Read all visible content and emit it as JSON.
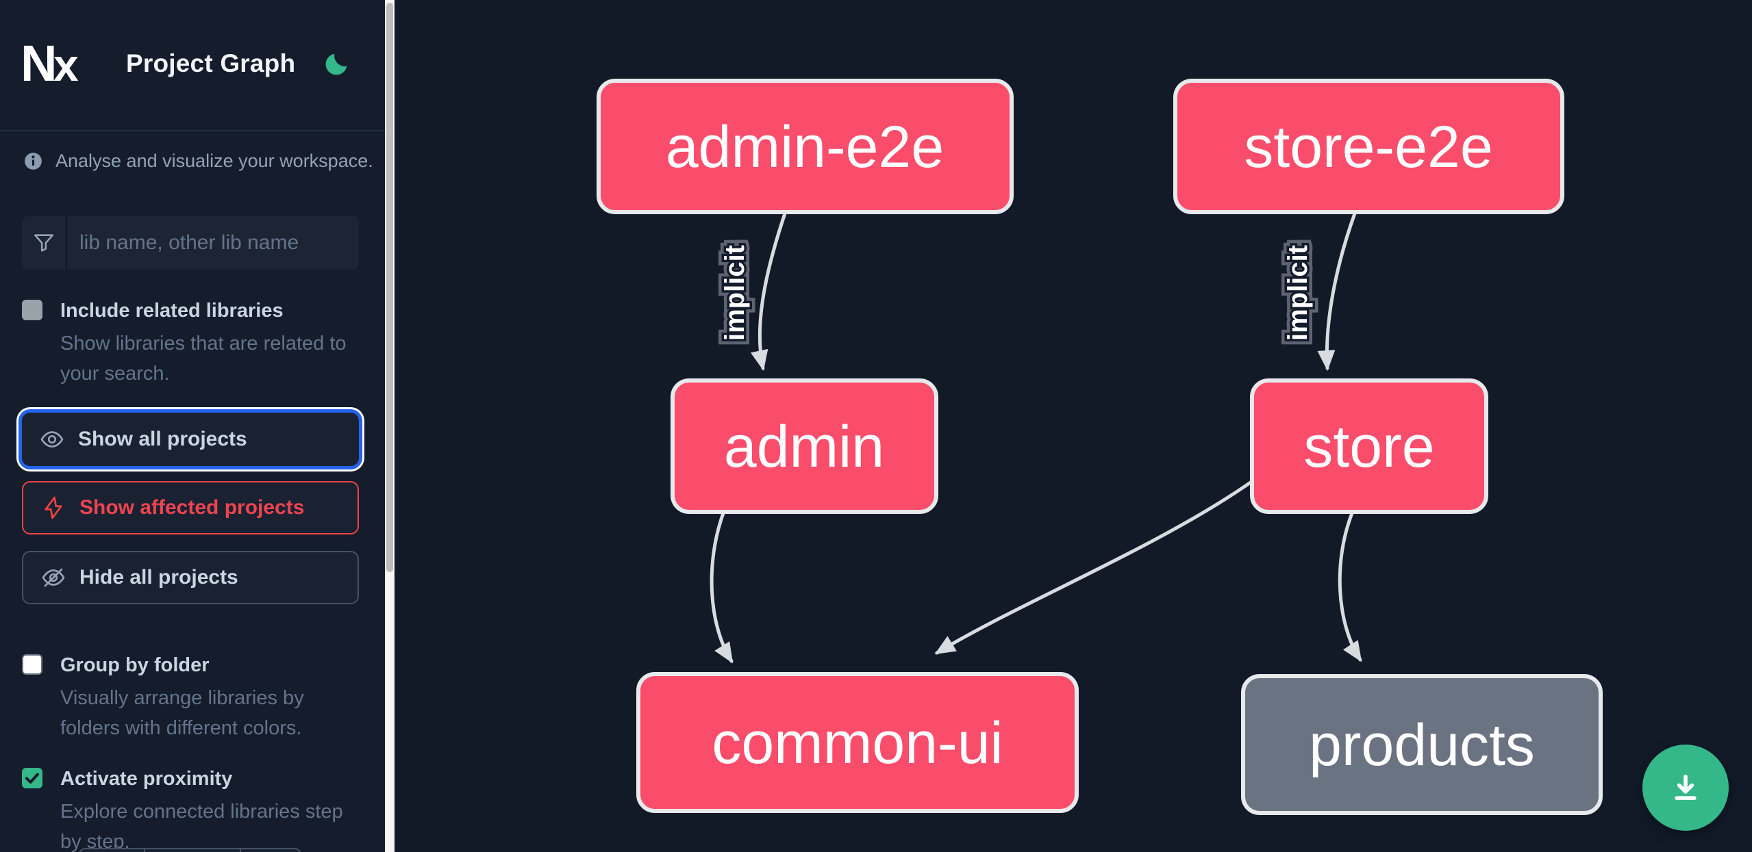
{
  "app": {
    "logo_text": "Nx",
    "title": "Project Graph"
  },
  "sidebar": {
    "tagline": "Analyse and visualize your workspace.",
    "search": {
      "placeholder": "lib name, other lib name",
      "value": ""
    },
    "include_related": {
      "label": "Include related libraries",
      "description": "Show libraries that are related to your search.",
      "checked": false
    },
    "actions": [
      {
        "label": "Show all projects",
        "icon": "eye-icon",
        "state": "focused"
      },
      {
        "label": "Show affected projects",
        "icon": "bolt-icon",
        "state": "danger"
      },
      {
        "label": "Hide all projects",
        "icon": "eye-slash-icon",
        "state": "default"
      }
    ],
    "options": [
      {
        "label": "Group by folder",
        "description": "Visually arrange libraries by folders with different colors.",
        "checked": false
      },
      {
        "label": "Activate proximity",
        "description": "Explore connected libraries step by step.",
        "checked": true
      }
    ]
  },
  "graph": {
    "nodes": [
      {
        "id": "admin-e2e",
        "label": "admin-e2e",
        "kind": "affected"
      },
      {
        "id": "store-e2e",
        "label": "store-e2e",
        "kind": "affected"
      },
      {
        "id": "admin",
        "label": "admin",
        "kind": "affected"
      },
      {
        "id": "store",
        "label": "store",
        "kind": "affected"
      },
      {
        "id": "common-ui",
        "label": "common-ui",
        "kind": "affected"
      },
      {
        "id": "products",
        "label": "products",
        "kind": "regular"
      }
    ],
    "edges": [
      {
        "from": "admin-e2e",
        "to": "admin",
        "label": "implicit"
      },
      {
        "from": "store-e2e",
        "to": "store",
        "label": "implicit"
      },
      {
        "from": "admin",
        "to": "common-ui",
        "label": ""
      },
      {
        "from": "store",
        "to": "common-ui",
        "label": ""
      },
      {
        "from": "store",
        "to": "products",
        "label": ""
      }
    ]
  },
  "fab": {
    "icon": "download-icon"
  },
  "colors": {
    "background": "#121a28",
    "affected_node": "#fa4d6b",
    "regular_node": "#6a7382",
    "node_border": "#e7e9ec",
    "edge": "#d8dbdf",
    "accent_green": "#34b889",
    "focus_blue": "#2563eb",
    "danger_red": "#ef4444"
  }
}
